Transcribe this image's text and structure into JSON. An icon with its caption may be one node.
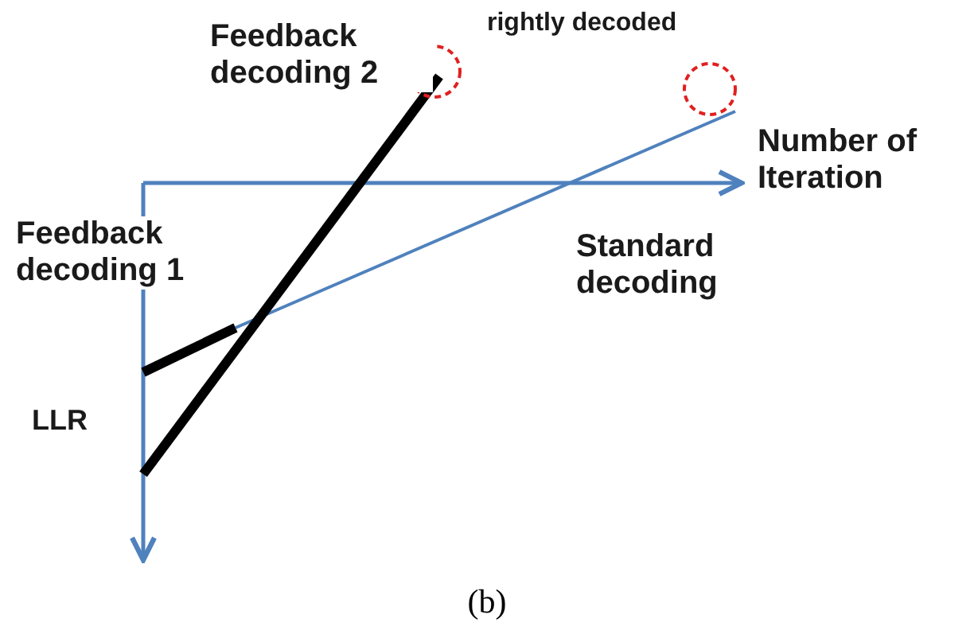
{
  "diagram": {
    "caption": "(b)",
    "labels": [
      "rightly decoded",
      "Feedback decoding 2",
      "Number of Iteration",
      "Feedback decoding 1",
      "Standard decoding",
      "LLR"
    ]
  }
}
